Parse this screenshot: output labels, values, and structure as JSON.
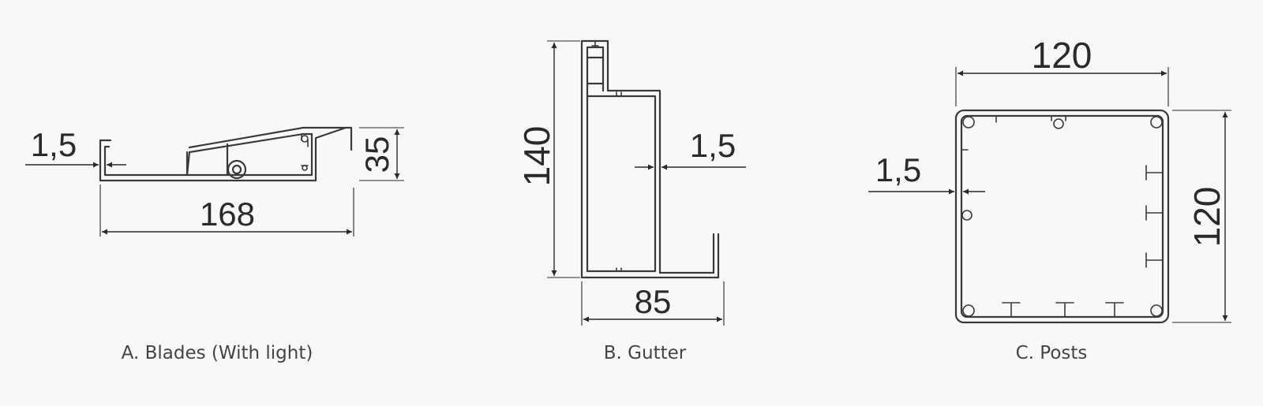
{
  "profiles": {
    "blades": {
      "caption": "A. Blades (With light)",
      "thickness": "1,5",
      "height": "35",
      "width": "168"
    },
    "gutter": {
      "caption": "B. Gutter",
      "height": "140",
      "thickness": "1,5",
      "width": "85"
    },
    "posts": {
      "caption": "C. Posts",
      "width": "120",
      "thickness": "1,5",
      "height": "120"
    }
  }
}
